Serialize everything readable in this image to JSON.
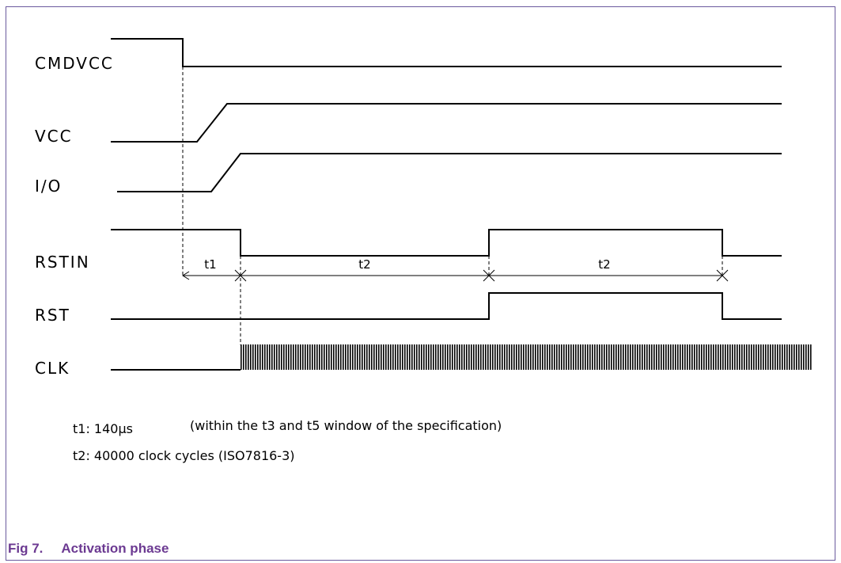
{
  "signals": {
    "cmdvcc": "CMDVCC",
    "vcc": "VCC",
    "io": "I/O",
    "rstin": "RSTIN",
    "rst": "RST",
    "clk": "CLK"
  },
  "intervals": {
    "t1": "t1",
    "t2_first": "t2",
    "t2_second": "t2"
  },
  "notes": {
    "t1": "t1: 140μs",
    "t1_detail": "(within the t3 and t5 window of the specification)",
    "t2": "t2: 40000 clock cycles (ISO7816-3)"
  },
  "caption": {
    "number": "Fig 7.",
    "title": "Activation phase"
  },
  "colors": {
    "caption": "#6c3a92",
    "frame": "#6b5a9e",
    "lines": "#000000"
  }
}
